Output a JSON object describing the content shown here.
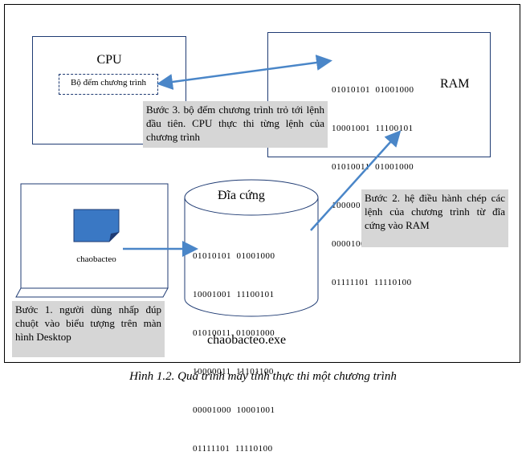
{
  "cpu": {
    "title": "CPU",
    "counter_label": "Bộ đếm chương trình"
  },
  "ram": {
    "title": "RAM",
    "binary_lines": [
      "01010101  01001000",
      "10001001  11100101",
      "01010011  01001000",
      "10000011  11101100",
      "00001000  10001001",
      "01111101  11110100"
    ]
  },
  "disk": {
    "title": "Đĩa cứng",
    "binary_lines": [
      "01010101  01001000",
      "10001001  11100101",
      "01010011  01001000",
      "10000011  11101100",
      "00001000  10001001",
      "01111101  11110100"
    ],
    "file_name": "chaobacteo.exe"
  },
  "desktop": {
    "icon_label": "chaobacteo"
  },
  "steps": {
    "step1": "Bước 1. người dùng nhấp đúp chuột vào biểu tượng trên màn hình Desktop",
    "step2": "Bước 2. hệ điều hành chép các lệnh của chương trình từ đĩa cứng vào RAM",
    "step3": "Bước 3. bộ đếm chương trình trỏ tới lệnh đầu tiên. CPU thực thi từng lệnh của chương trình"
  },
  "caption": "Hình 1.2. Quá trình máy tính thực thi một chương trình",
  "colors": {
    "arrow": "#4a86c8",
    "box_border": "#1f3b73",
    "note_bg": "#d6d6d6",
    "icon_fill": "#3a78c4"
  }
}
